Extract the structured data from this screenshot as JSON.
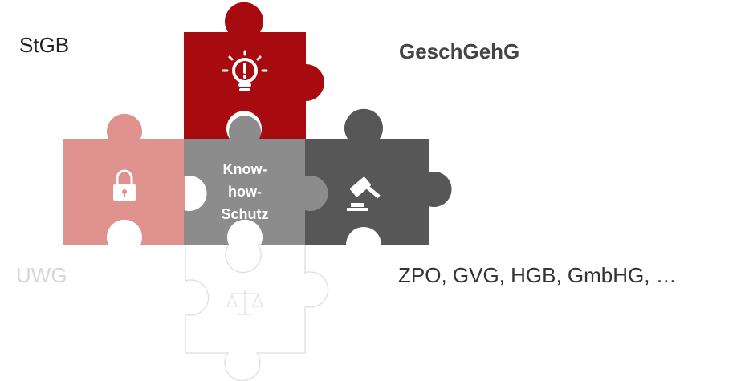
{
  "labels": {
    "stgb": "StGB",
    "geschgehg": "GeschGehG",
    "uwg": "UWG",
    "zpo": "ZPO, GVG, HGB, GmbHG, …"
  },
  "center": {
    "line1": "Know-",
    "line2": "how-",
    "line3": "Schutz"
  },
  "pieces": {
    "top": {
      "icon": "lightbulb-icon",
      "color": "#a70a0f"
    },
    "left": {
      "icon": "padlock-icon",
      "color": "#e0928e"
    },
    "center": {
      "color": "#8c8c8c"
    },
    "right": {
      "icon": "gavel-icon",
      "color": "#575757"
    },
    "bottom": {
      "icon": "scales-icon",
      "color": "#ffffff",
      "stroke": "#e0e0e0"
    }
  }
}
